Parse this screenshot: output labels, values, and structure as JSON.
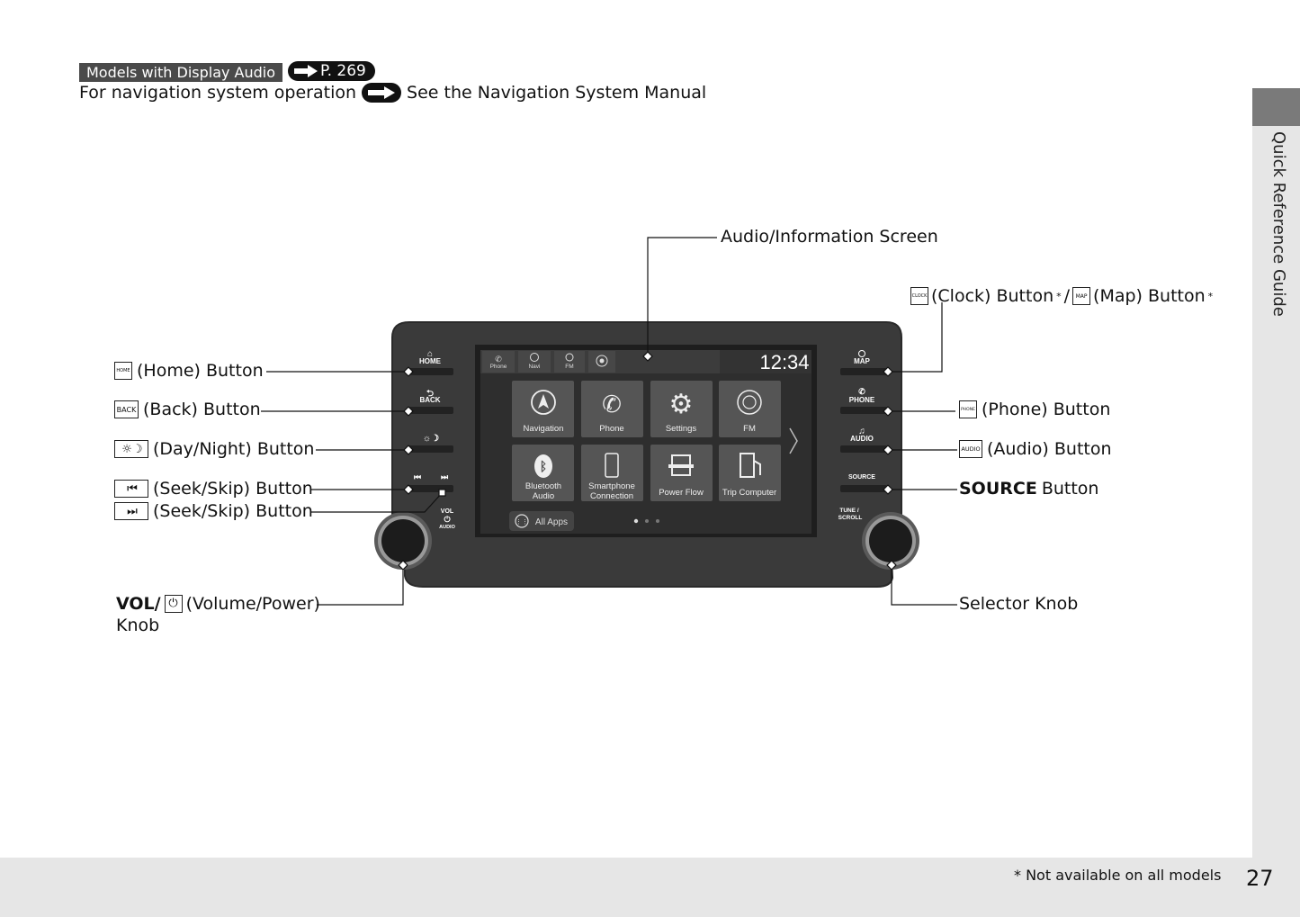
{
  "header": {
    "tag": "Models with Display Audio",
    "page_ref": "P. 269",
    "nav_text": "For navigation system operation",
    "nav_manual": "See the Navigation System Manual"
  },
  "sidebar": {
    "title": "Quick Reference Guide"
  },
  "labels": {
    "screen": "Audio/Information Screen",
    "clock": "(Clock) Button",
    "map": "(Map) Button",
    "star": "*",
    "home": "(Home) Button",
    "back": "(Back) Button",
    "daynight": "(Day/Night) Button",
    "seek1": "(Seek/Skip) Button",
    "seek2": "(Seek/Skip) Button",
    "phone": "(Phone) Button",
    "audio": "(Audio) Button",
    "source_bold": "SOURCE",
    "source_rest": "Button",
    "vol_bold": "VOL/",
    "vol_rest": "(Volume/Power)",
    "vol_line2": "Knob",
    "selector": "Selector Knob"
  },
  "icons": {
    "home": "HOME",
    "back": "BACK",
    "clock": "CLOCK",
    "map": "MAP",
    "phone": "PHONE",
    "audio": "AUDIO"
  },
  "unit": {
    "left_buttons": [
      "HOME",
      "BACK",
      "",
      ""
    ],
    "vol": "VOL",
    "vol_sub": "AUDIO",
    "right_buttons": [
      "MAP",
      "PHONE",
      "AUDIO",
      "SOURCE"
    ],
    "tune": "TUNE /",
    "scroll": "SCROLL"
  },
  "screen": {
    "top_items": [
      "Phone",
      "Navi",
      "FM",
      ""
    ],
    "clock": "12:34",
    "apps_row1": [
      "Navigation",
      "Phone",
      "Settings",
      "FM"
    ],
    "apps_row2": [
      [
        "Bluetooth",
        "Audio"
      ],
      [
        "Smartphone",
        "Connection"
      ],
      [
        "Power Flow"
      ],
      [
        "Trip Computer"
      ]
    ],
    "all_apps": "All Apps"
  },
  "footer": {
    "footnote": "* Not available on all models",
    "page": "27"
  },
  "colors": {
    "bezel": "#3a3a3a",
    "screen_bg": "#2b2b2b",
    "tile": "#555555",
    "tag_bg": "#4a4a4a"
  }
}
